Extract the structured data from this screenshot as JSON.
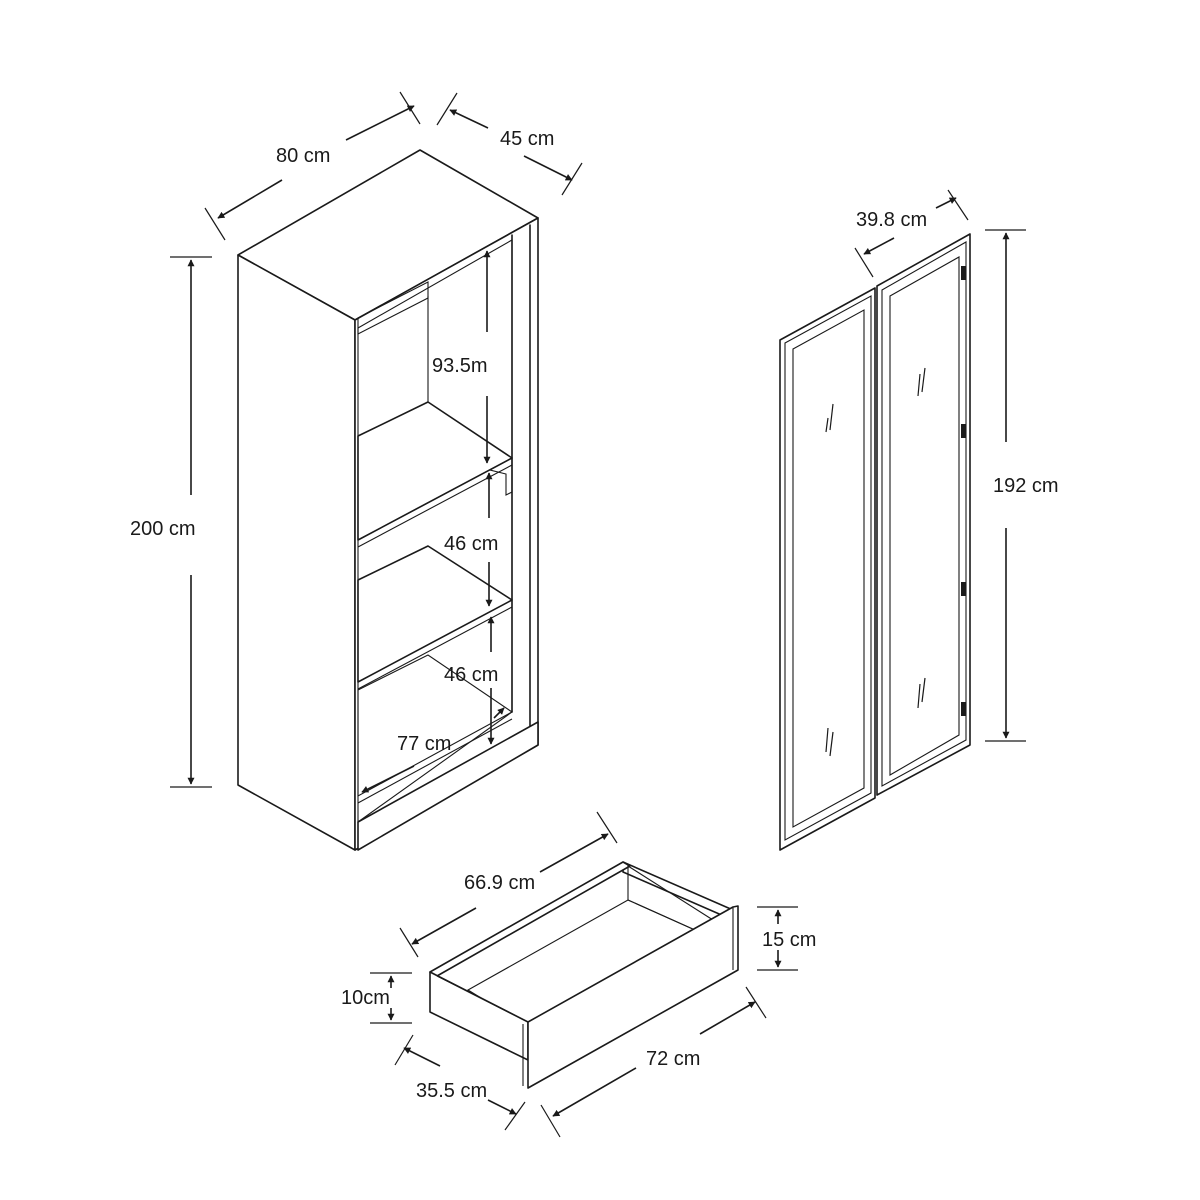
{
  "diagram": {
    "cabinet": {
      "width_label": "80 cm",
      "depth_label": "45 cm",
      "height_label": "200 cm",
      "top_shelf_height_label": "93.5m",
      "middle_shelf_height_label": "46 cm",
      "lower_shelf_height_label": "46 cm",
      "inner_width_label": "77 cm"
    },
    "door": {
      "width_label": "39.8 cm",
      "height_label": "192 cm"
    },
    "drawer": {
      "inner_width_label": "66.9 cm",
      "front_height_label": "15 cm",
      "side_height_label": "10cm",
      "depth_label": "35.5 cm",
      "front_width_label": "72 cm"
    },
    "colors": {
      "line": "#1a1a1a",
      "background": "#ffffff"
    }
  }
}
